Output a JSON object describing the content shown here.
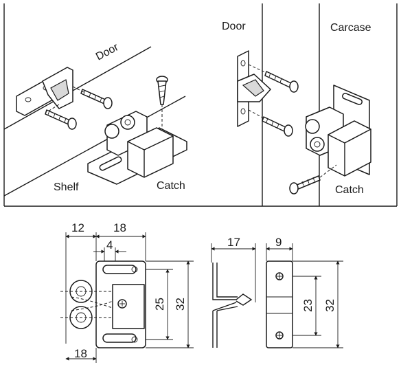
{
  "top_panels": {
    "shelf_mount": {
      "door_label": "Door",
      "shelf_label": "Shelf",
      "catch_label": "Catch"
    },
    "door_strike": {
      "door_label": "Door"
    },
    "carcase_mount": {
      "carcase_label": "Carcase",
      "catch_label": "Catch"
    }
  },
  "dimensions": {
    "front": {
      "width_overall": "12",
      "width_body": "18",
      "slot_width": "4",
      "hole_spacing": "25",
      "height": "32",
      "base_width": "18"
    },
    "side": {
      "depth": "17"
    },
    "strike": {
      "width": "9",
      "hole_spacing": "23",
      "height": "32"
    }
  }
}
